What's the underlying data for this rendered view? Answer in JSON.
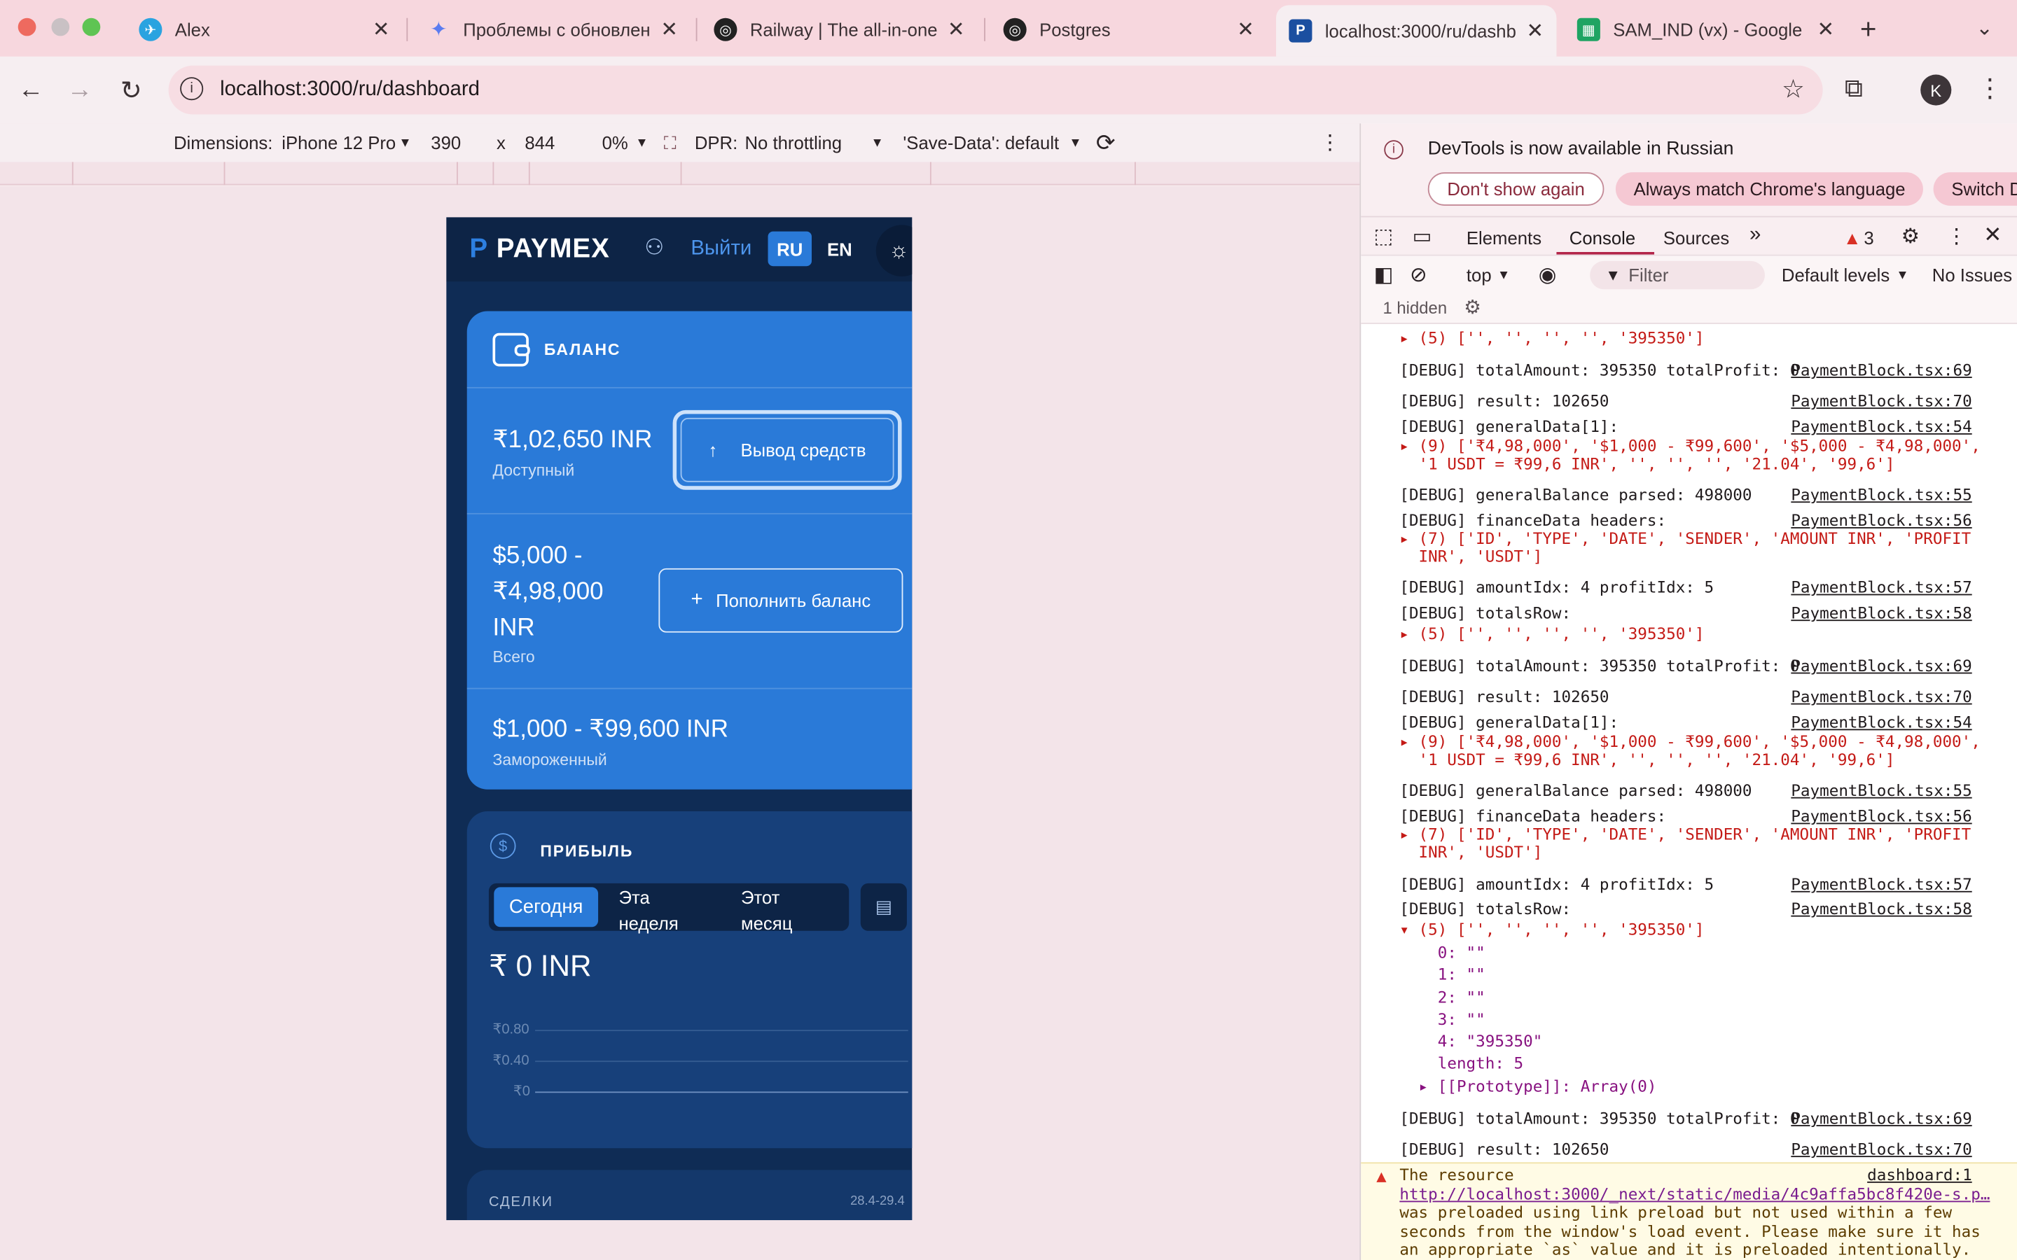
{
  "browser": {
    "tabs": [
      {
        "title": "Alex",
        "icon": "telegram-icon",
        "color": "#2aa3e0"
      },
      {
        "title": "Проблемы с обновлени",
        "icon": "gemini-icon",
        "color": "#5b7cf0"
      },
      {
        "title": "Railway | The all-in-one",
        "icon": "railway-icon",
        "color": "#222222"
      },
      {
        "title": "Postgres",
        "icon": "railway-icon",
        "color": "#222222"
      },
      {
        "title": "localhost:3000/ru/dashb",
        "icon": "paymex-icon",
        "color": "#1b4fa0"
      },
      {
        "title": "SAM_IND (vx) - Google",
        "icon": "sheets-icon",
        "color": "#1fa463"
      }
    ],
    "url": "localhost:3000/ru/dashboard",
    "profile_initial": "K"
  },
  "device_toolbar": {
    "dimensions_label": "Dimensions:",
    "device": "iPhone 12 Pro",
    "width": "390",
    "times": "x",
    "height": "844",
    "zoom": "0%",
    "dpr": "DPR:",
    "throttle": "No throttling",
    "save_data": "'Save-Data': default"
  },
  "app": {
    "logo_p": "P",
    "logo_text": "PAYMEX",
    "logout": "Выйти",
    "lang_ru": "RU",
    "lang_en": "EN",
    "balance": {
      "title": "БАЛАНС",
      "available_amount": "₹1,02,650 INR",
      "available_label": "Доступный",
      "withdraw": "Вывод средств",
      "total_line1": "$5,000 -",
      "total_line2": "₹4,98,000",
      "total_line3": "INR",
      "total_label": "Всего",
      "topup": "Пополнить баланс",
      "frozen_amount": "$1,000 - ₹99,600 INR",
      "frozen_label": "Замороженный"
    },
    "profit": {
      "title": "ПРИБЫЛЬ",
      "tab_today": "Сегодня",
      "tab_week_1": "Эта",
      "tab_week_2": "неделя",
      "tab_month_1": "Этот",
      "tab_month_2": "месяц",
      "amount": "₹ 0 INR",
      "ticks": [
        "₹0.80",
        "₹0.40",
        "₹0"
      ]
    },
    "deals": {
      "title": "СДЕЛКИ",
      "range": "28.4-29.4"
    }
  },
  "devtools": {
    "lang_banner": "DevTools is now available in Russian",
    "dont_show": "Don't show again",
    "always_match": "Always match Chrome's language",
    "switch": "Switch D",
    "tabs": [
      "Elements",
      "Console",
      "Sources"
    ],
    "issues_count": "3",
    "context": "top",
    "filter": "Filter",
    "levels": "Default levels",
    "no_issues": "No Issues",
    "hidden": "1 hidden",
    "warning": {
      "line1": "The resource",
      "source": "dashboard:1",
      "link": "http://localhost:3000/_next/static/media/4c9affa5bc8f420e-s.p…",
      "line3": "was preloaded using link preload but not used within a few",
      "line4": "seconds from the window's load event. Please make sure it has",
      "line5": "an appropriate `as` value and it is preloaded intentionally."
    }
  },
  "console_lines": [
    {
      "text": "▸ (5) ['', '', '', '', '395350']",
      "src": ""
    },
    {
      "text": "[DEBUG] totalAmount: 395350 totalProfit: 0",
      "src": "PaymentBlock.tsx:69"
    },
    {
      "text": "[DEBUG] result: 102650",
      "src": "PaymentBlock.tsx:70"
    },
    {
      "text": "[DEBUG] generalData[1]:",
      "src": "PaymentBlock.tsx:54"
    },
    {
      "text": "▸ (9) ['₹4,98,000', '$1,000 - ₹99,600', '$5,000 - ₹4,98,000',",
      "src": ""
    },
    {
      "text": "  '1 USDT = ₹99,6 INR', '', '', '', '21.04', '99,6']",
      "src": ""
    },
    {
      "text": "[DEBUG] generalBalance parsed: 498000",
      "src": "PaymentBlock.tsx:55"
    },
    {
      "text": "[DEBUG] financeData headers:",
      "src": "PaymentBlock.tsx:56"
    },
    {
      "text": "▸ (7) ['ID', 'TYPE', 'DATE', 'SENDER', 'AMOUNT INR', 'PROFIT",
      "src": ""
    },
    {
      "text": "  INR', 'USDT']",
      "src": ""
    },
    {
      "text": "[DEBUG] amountIdx: 4 profitIdx: 5",
      "src": "PaymentBlock.tsx:57"
    },
    {
      "text": "[DEBUG] totalsRow:",
      "src": "PaymentBlock.tsx:58"
    },
    {
      "text": "▸ (5) ['', '', '', '', '395350']",
      "src": ""
    },
    {
      "text": "[DEBUG] totalAmount: 395350 totalProfit: 0",
      "src": "PaymentBlock.tsx:69"
    },
    {
      "text": "[DEBUG] result: 102650",
      "src": "PaymentBlock.tsx:70"
    },
    {
      "text": "[DEBUG] generalData[1]:",
      "src": "PaymentBlock.tsx:54"
    },
    {
      "text": "▸ (9) ['₹4,98,000', '$1,000 - ₹99,600', '$5,000 - ₹4,98,000',",
      "src": ""
    },
    {
      "text": "  '1 USDT = ₹99,6 INR', '', '', '', '21.04', '99,6']",
      "src": ""
    },
    {
      "text": "[DEBUG] generalBalance parsed: 498000",
      "src": "PaymentBlock.tsx:55"
    },
    {
      "text": "[DEBUG] financeData headers:",
      "src": "PaymentBlock.tsx:56"
    },
    {
      "text": "▸ (7) ['ID', 'TYPE', 'DATE', 'SENDER', 'AMOUNT INR', 'PROFIT",
      "src": ""
    },
    {
      "text": "  INR', 'USDT']",
      "src": ""
    },
    {
      "text": "[DEBUG] amountIdx: 4 profitIdx: 5",
      "src": "PaymentBlock.tsx:57"
    },
    {
      "text": "[DEBUG] totalsRow:",
      "src": "PaymentBlock.tsx:58"
    },
    {
      "text": "▾ (5) ['', '', '', '', '395350']",
      "src": ""
    },
    {
      "text": "    0: \"\"",
      "src": ""
    },
    {
      "text": "    1: \"\"",
      "src": ""
    },
    {
      "text": "    2: \"\"",
      "src": ""
    },
    {
      "text": "    3: \"\"",
      "src": ""
    },
    {
      "text": "    4: \"395350\"",
      "src": ""
    },
    {
      "text": "    length: 5",
      "src": ""
    },
    {
      "text": "  ▸ [[Prototype]]: Array(0)",
      "src": ""
    },
    {
      "text": "[DEBUG] totalAmount: 395350 totalProfit: 0",
      "src": "PaymentBlock.tsx:69"
    },
    {
      "text": "[DEBUG] result: 102650",
      "src": "PaymentBlock.tsx:70"
    }
  ]
}
